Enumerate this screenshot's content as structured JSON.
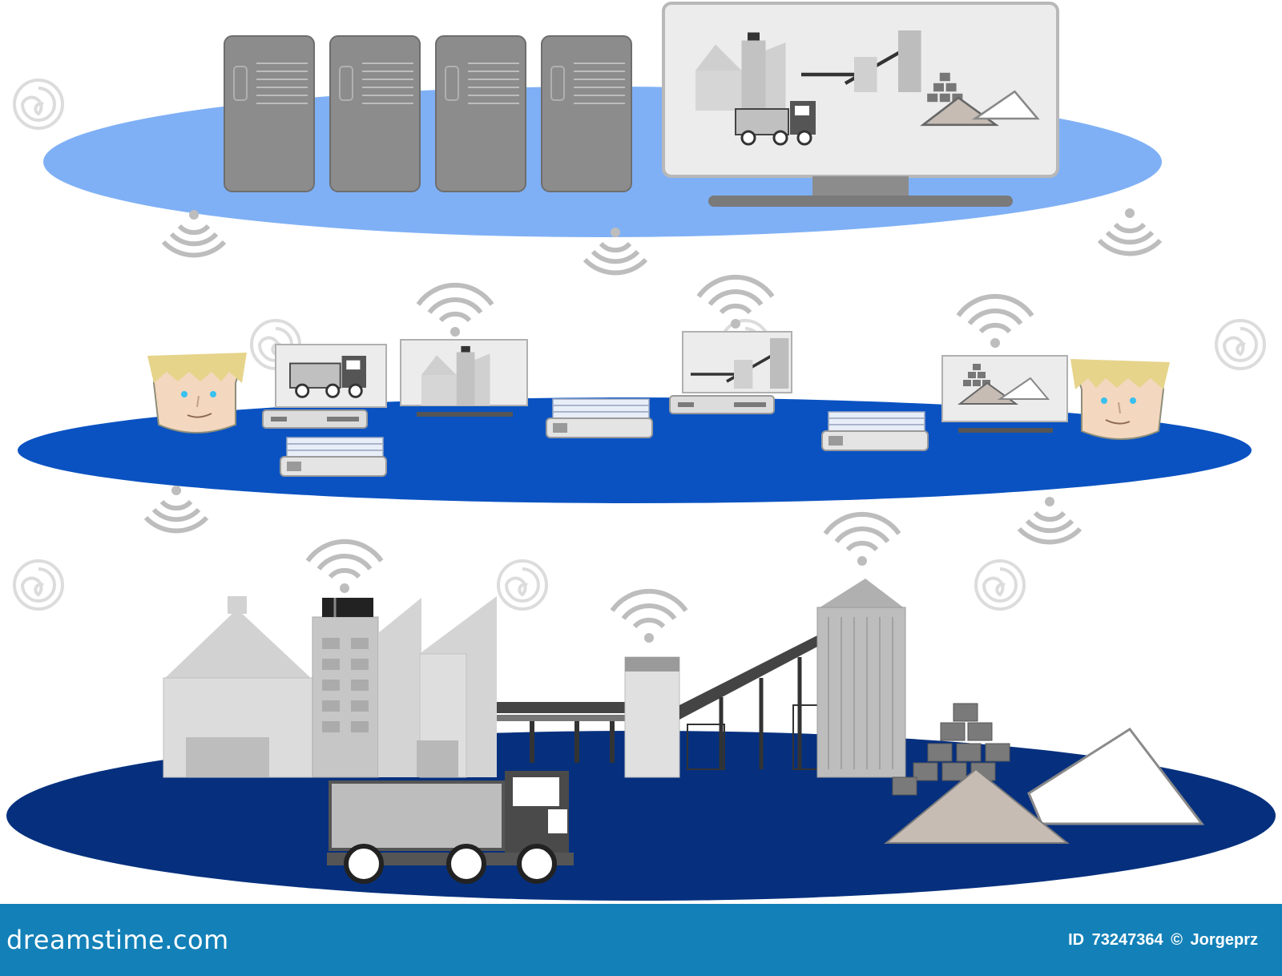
{
  "colors": {
    "top_platform": "#7fb0f5",
    "middle_platform": "#0a52c1",
    "bottom_platform": "#06307e",
    "footer": "#1381b8",
    "server": "#8c8c8c",
    "building_light": "#d8d8d8",
    "building_mid": "#bcbcbc",
    "sand": "#c6bcb4",
    "salt": "#ffffff",
    "face": "#f3d7bf",
    "hair": "#e6d48b",
    "eyes": "#38c0f0"
  },
  "icons": {
    "wifi": "wifi-icon",
    "server": "server-rack-icon",
    "monitor": "monitor-icon",
    "truck": "truck-icon",
    "laptop": "laptop-icon",
    "person": "person-face-icon",
    "factory": "factory-icon",
    "watermark": "spiral-watermark-icon"
  },
  "footer": {
    "brand": "dreamstime.com",
    "id_label": "ID",
    "id_value": "73247364",
    "copyright_symbol": "©",
    "author": "Jorgeprz"
  }
}
